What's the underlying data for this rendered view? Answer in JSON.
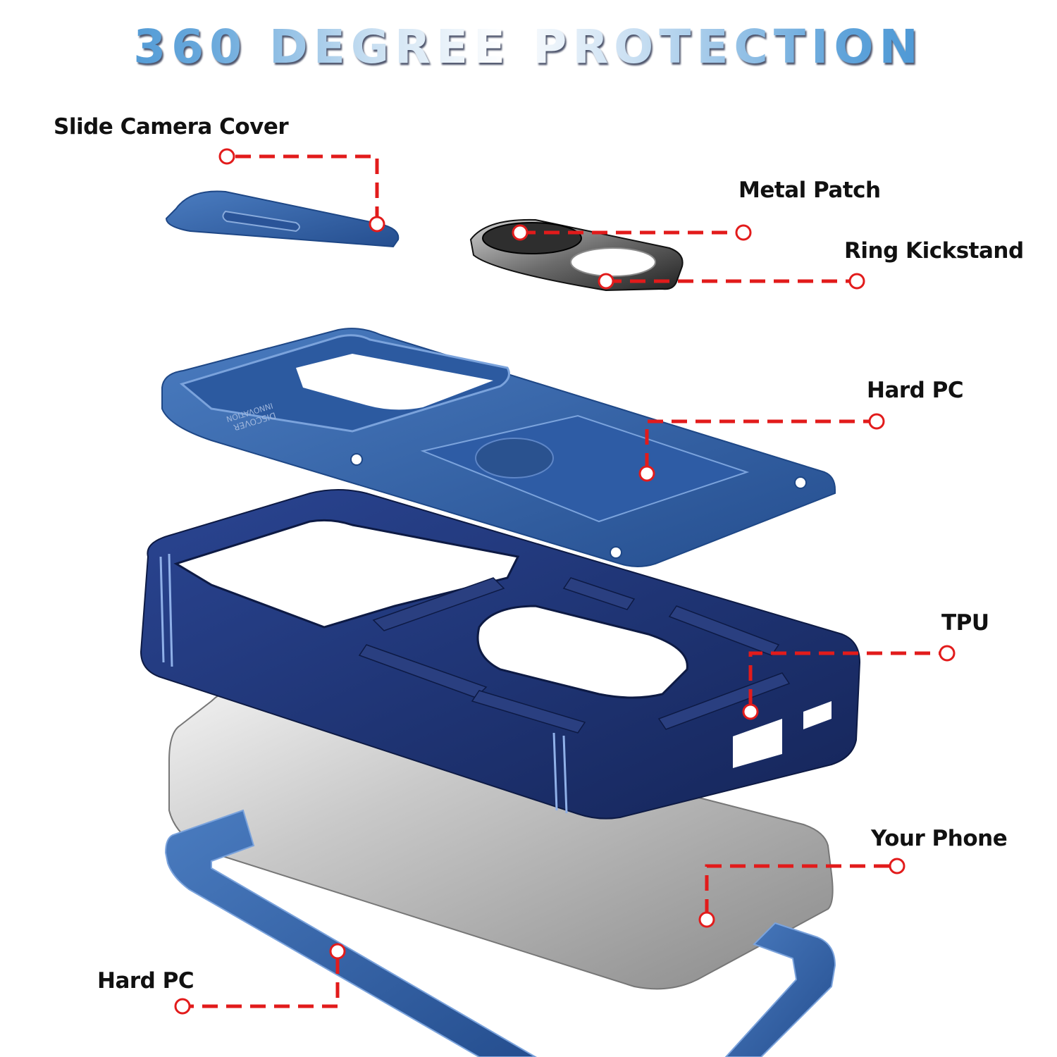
{
  "title": "360 DEGREE PROTECTION",
  "embossed_text": [
    "DISCOVER",
    "INNOVATION"
  ],
  "colors": {
    "callout": "#e21b1b",
    "case_blue": "#2f5b9c",
    "tpu_navy": "#1d2f6b",
    "phone_silver": "#a8a8a8",
    "title_blue": "#2f86cc"
  },
  "callouts": [
    {
      "id": "slide-camera-cover",
      "label": "Slide Camera Cover"
    },
    {
      "id": "metal-patch",
      "label": "Metal Patch"
    },
    {
      "id": "ring-kickstand",
      "label": "Ring Kickstand"
    },
    {
      "id": "hard-pc-top",
      "label": "Hard PC"
    },
    {
      "id": "tpu",
      "label": "TPU"
    },
    {
      "id": "your-phone",
      "label": "Your Phone"
    },
    {
      "id": "hard-pc-bottom",
      "label": "Hard PC"
    }
  ]
}
